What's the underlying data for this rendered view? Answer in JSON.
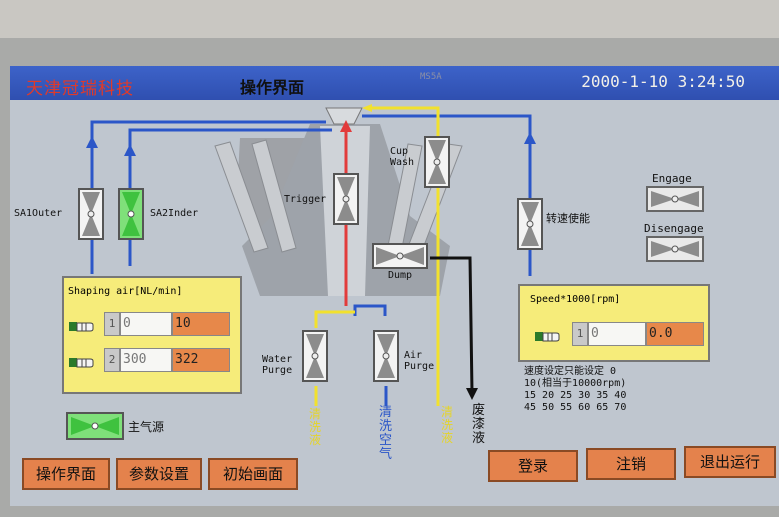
{
  "header": {
    "brand": "天津冠瑞科技",
    "screen_title": "操作界面",
    "screen_code": "MS5A",
    "datetime": "2000-1-10  3:24:50"
  },
  "labels": {
    "sa1": "SA1Outer",
    "sa2": "SA2Inder",
    "trigger": "Trigger",
    "cup": "Cup",
    "wash": "Wash",
    "dump": "Dump",
    "water": "Water",
    "purge": "Purge",
    "air": "Air",
    "purge2": "Purge",
    "speed_enable": "转速使能",
    "engage": "Engage",
    "disengage": "Disengage",
    "main_air": "主气源"
  },
  "pipes": {
    "clean_liquid_1": "清洗液",
    "clean_air": "清洗空气",
    "clean_liquid_2": "清洗液",
    "waste": "废漆液"
  },
  "shaping_air": {
    "title": "Shaping air[NL/min]",
    "rows": [
      {
        "index": "1",
        "setpoint": "0",
        "actual": "10"
      },
      {
        "index": "2",
        "setpoint": "300",
        "actual": "322"
      }
    ]
  },
  "speed": {
    "title": "Speed*1000[rpm]",
    "index": "1",
    "setpoint": "0",
    "actual": "0.0"
  },
  "notes": {
    "line1": "速度设定只能设定 0",
    "line2": "10(相当于10000rpm)",
    "line3": "15 20 25 30 35 40",
    "line4": "45 50 55 60 65 70"
  },
  "nav": {
    "operate": "操作界面",
    "params": "参数设置",
    "initial": "初始画面",
    "login": "登录",
    "logout": "注销",
    "exit": "退出运行"
  },
  "colors": {
    "title_bar": "#2f4fb0",
    "brand_text": "#e03a2a",
    "panel": "#f6ec7a",
    "button": "#e4824c",
    "air_pipe": "#2b56c8",
    "liquid_pipe": "#f2e12e",
    "trigger_pipe": "#e23b3b",
    "active_valve": "#6ce05a"
  }
}
